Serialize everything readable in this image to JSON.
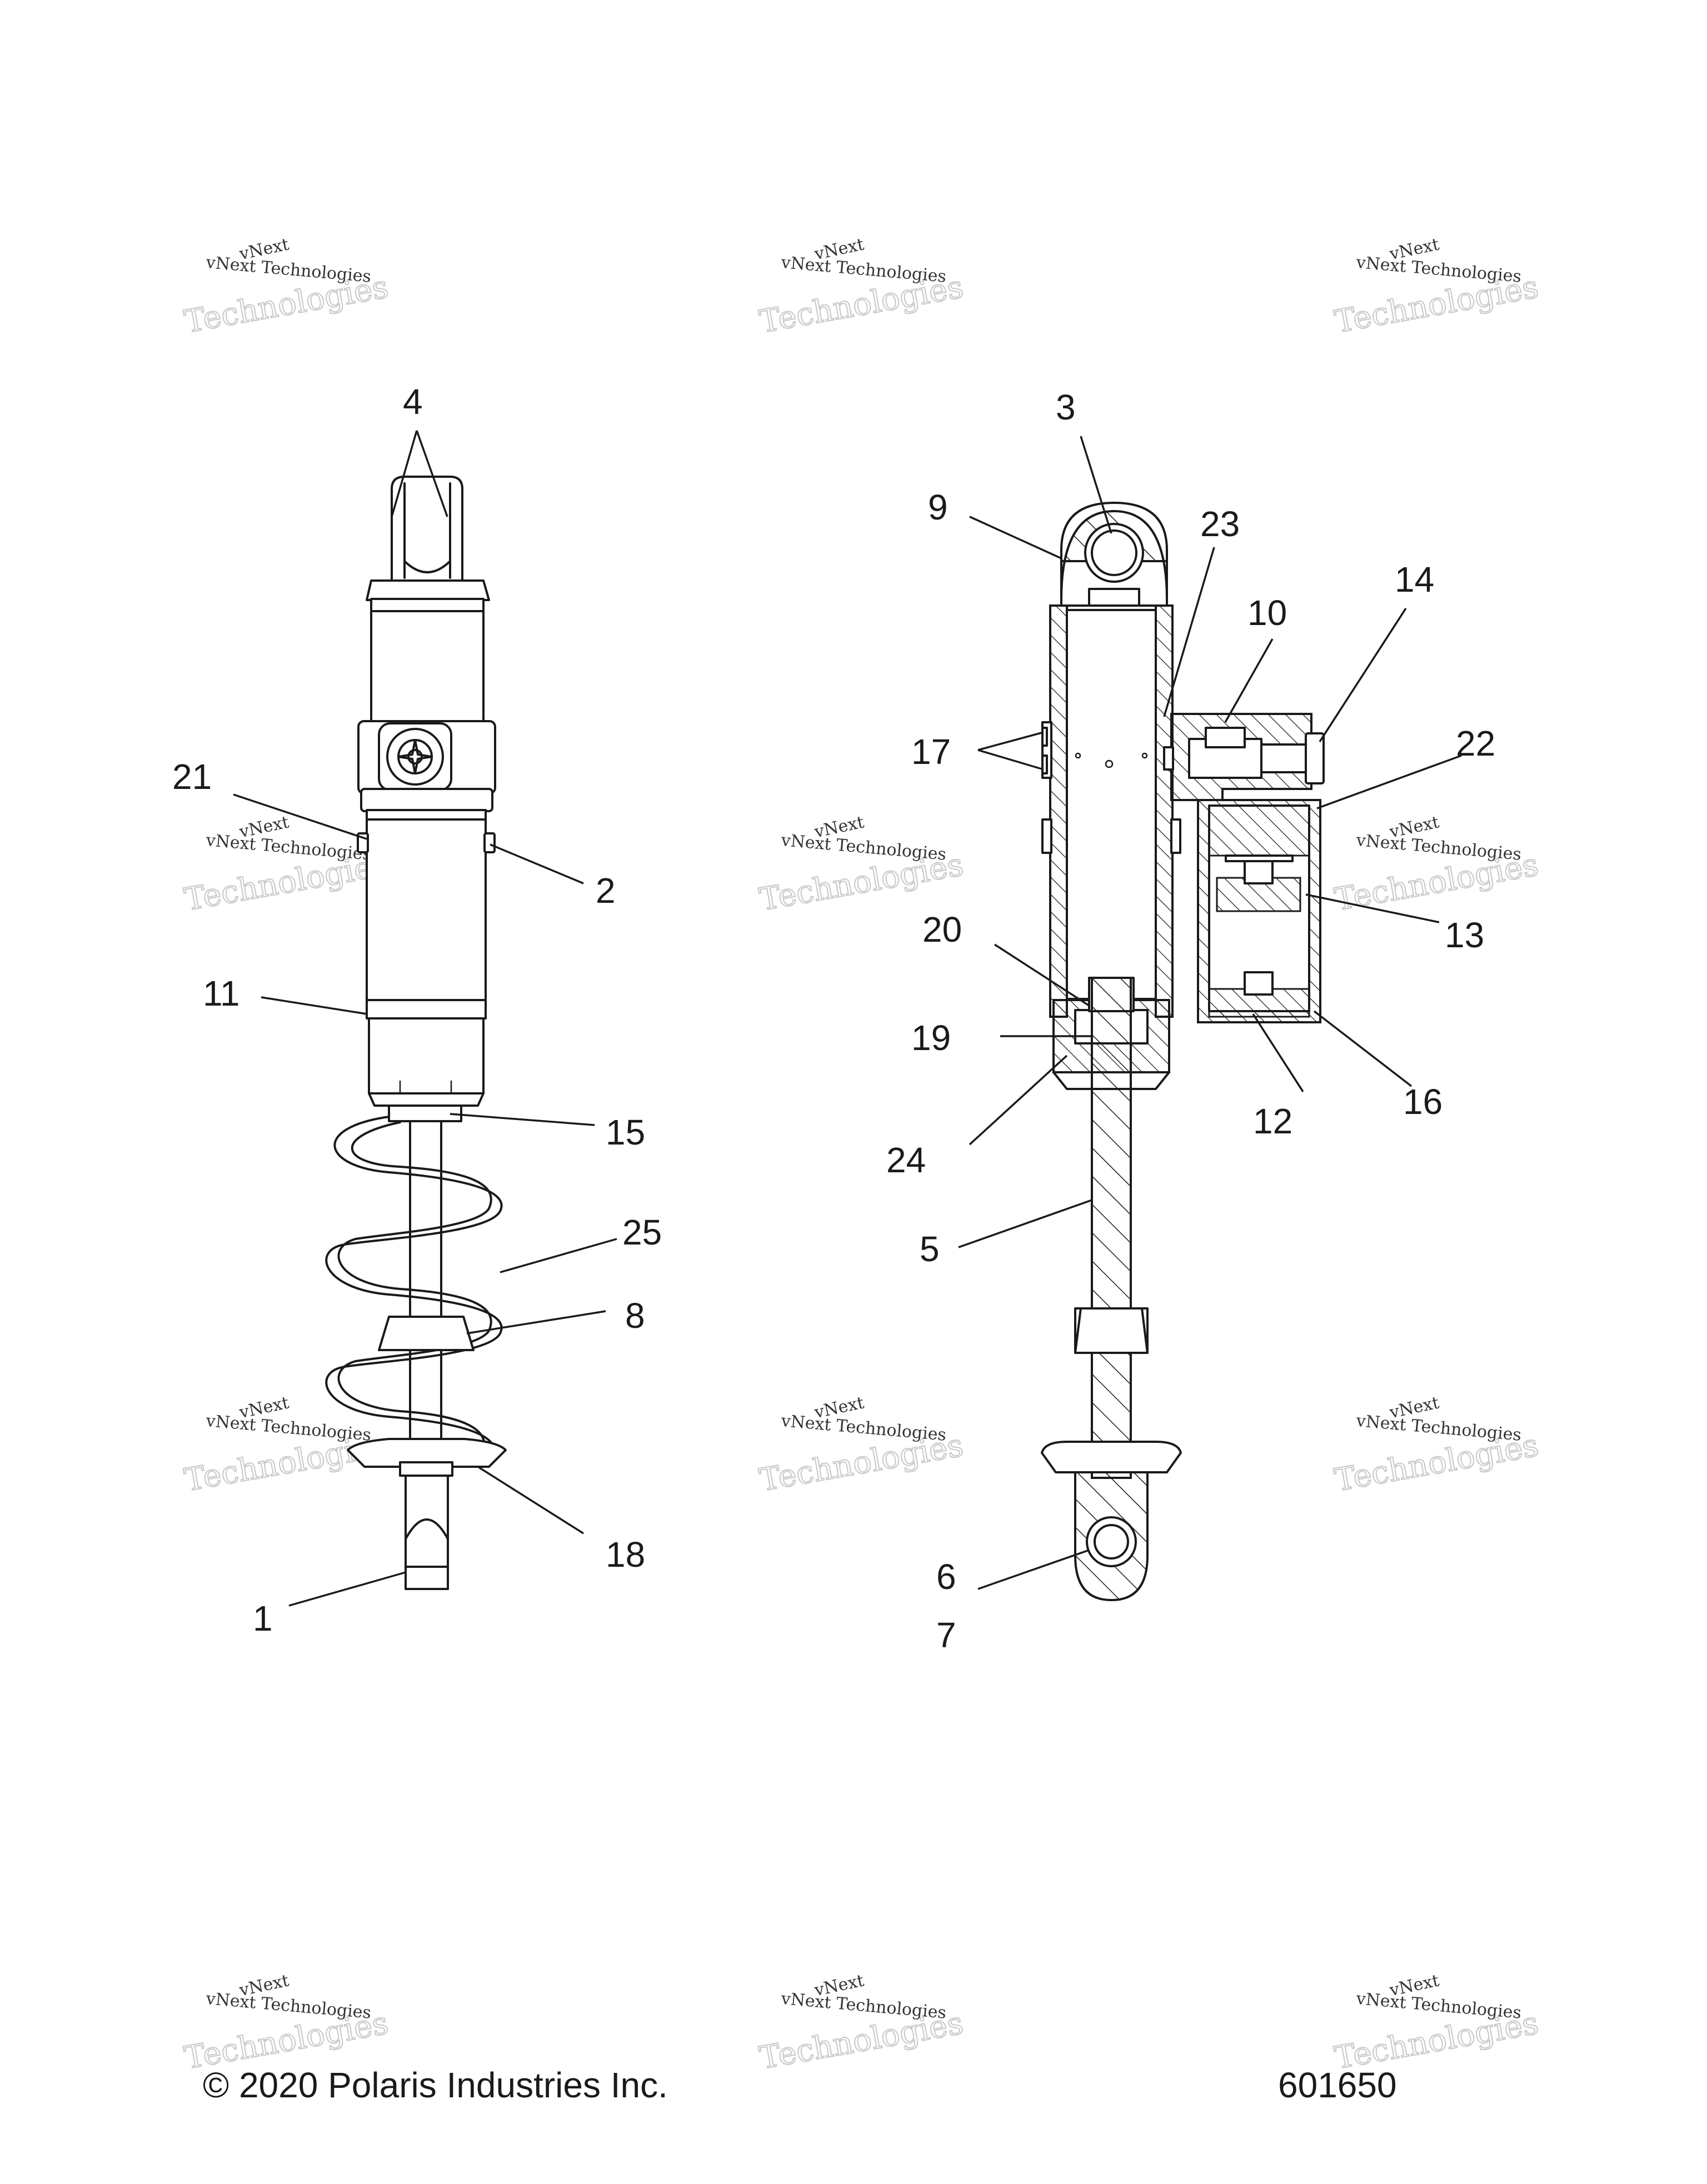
{
  "watermark": {
    "line1": "vNext",
    "line2": "vNext Technologies",
    "line3": "Technologies"
  },
  "callouts": {
    "c1": "1",
    "c2": "2",
    "c3": "3",
    "c4": "4",
    "c5": "5",
    "c6": "6",
    "c7": "7",
    "c8": "8",
    "c9": "9",
    "c10": "10",
    "c11": "11",
    "c12": "12",
    "c13": "13",
    "c14": "14",
    "c15": "15",
    "c16": "16",
    "c17": "17",
    "c18": "18",
    "c19": "19",
    "c20": "20",
    "c21": "21",
    "c22": "22",
    "c23": "23",
    "c24": "24",
    "c25": "25"
  },
  "footer": {
    "copyright": "© 2020 Polaris Industries Inc.",
    "figure_number": "601650"
  }
}
